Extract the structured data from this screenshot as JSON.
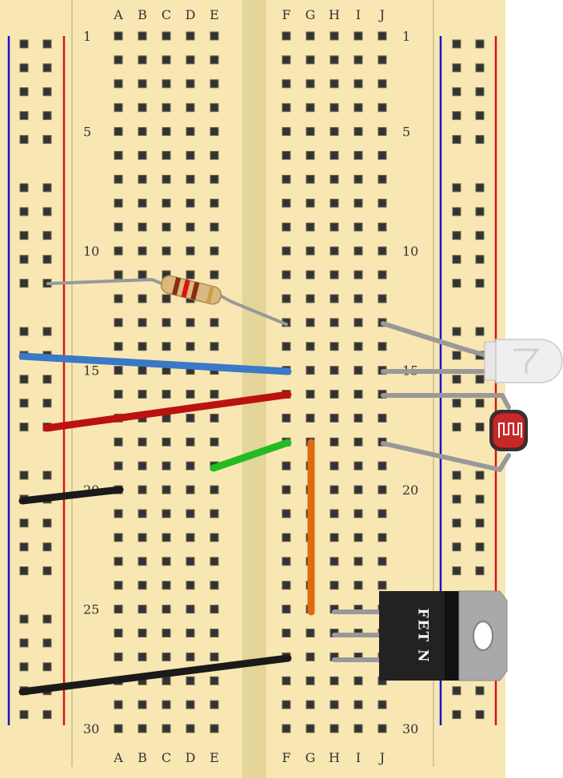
{
  "board": {
    "column_letters": [
      "A",
      "B",
      "C",
      "D",
      "E",
      "F",
      "G",
      "H",
      "I",
      "J"
    ],
    "row_labels": [
      "1",
      "5",
      "10",
      "15",
      "20",
      "25",
      "30"
    ],
    "rows": 30
  },
  "colors": {
    "board_fill": "#f8e7b3",
    "channel_fill": "#e4d598",
    "hole": "#333333",
    "rail_blue": "#1515cc",
    "rail_red": "#dd1111",
    "wire_blue": "#3a78c8",
    "wire_red": "#bb1111",
    "wire_green": "#22bb22",
    "wire_black": "#1a1a1a",
    "wire_orange": "#e06a10",
    "lead_gray": "#999999"
  },
  "components": {
    "resistor": "resistor",
    "led": "led",
    "photoresistor": "photoresistor",
    "mosfet": "n-channel-mosfet",
    "mosfet_label": "FET N"
  }
}
